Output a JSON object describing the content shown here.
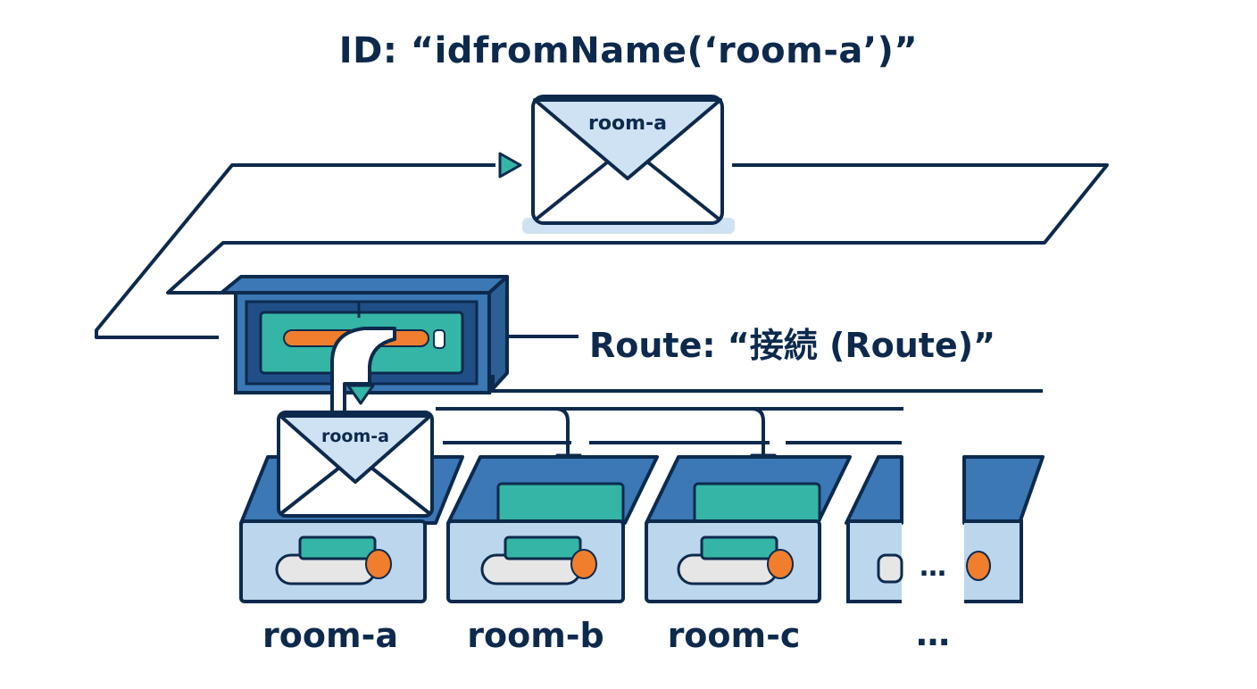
{
  "diagram": {
    "id_label": "ID: “idfromName(‘room-a’)”",
    "route_label": "Route: “接続 (Route)”",
    "envelope_top_label": "room-a",
    "envelope_drop_label": "room-a",
    "rooms": [
      {
        "label": "room-a"
      },
      {
        "label": "room-b"
      },
      {
        "label": "room-c"
      }
    ],
    "more_rooms_label": "…",
    "box_ellipsis": "…"
  },
  "colors": {
    "outline": "#0d2a4d",
    "light_blue": "#cfe2f3",
    "mid_blue": "#3b78b5",
    "teal": "#35b5a5",
    "orange": "#f07e2c"
  }
}
